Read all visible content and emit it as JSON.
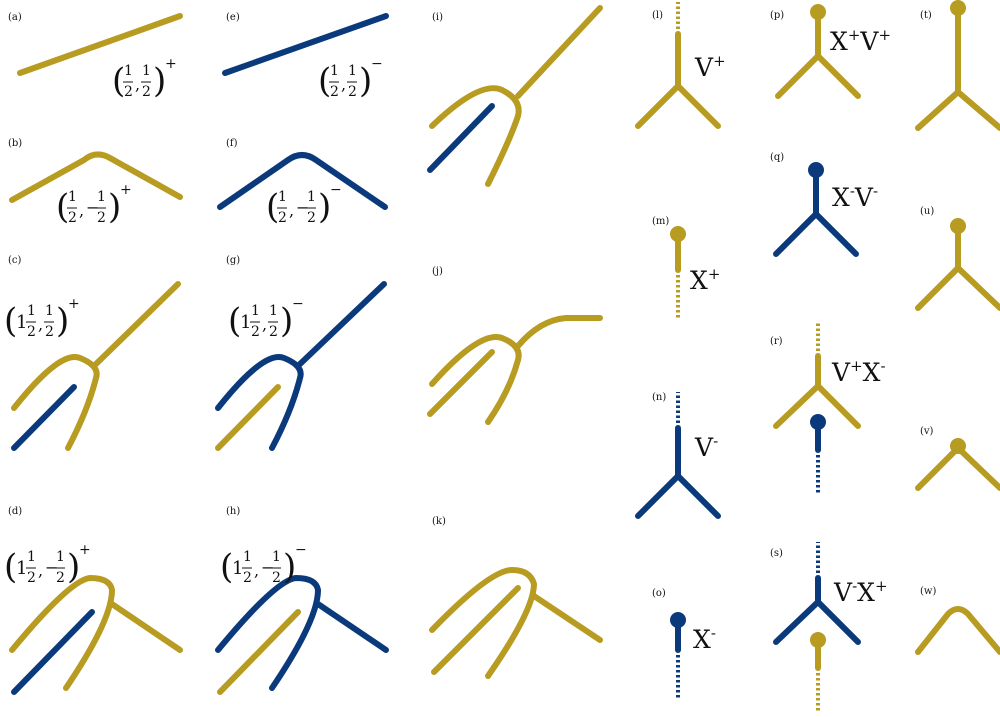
{
  "colors": {
    "gold": "#B89B21",
    "blue": "#0B3A7C",
    "text": "#111111"
  },
  "panels": {
    "a": "(a)",
    "b": "(b)",
    "c": "(c)",
    "d": "(d)",
    "e": "(e)",
    "f": "(f)",
    "g": "(g)",
    "h": "(h)",
    "i": "(i)",
    "j": "(j)",
    "k": "(k)",
    "l": "(l)",
    "m": "(m)",
    "n": "(n)",
    "o": "(o)",
    "p": "(p)",
    "q": "(q)",
    "r": "(r)",
    "s": "(s)",
    "t": "(t)",
    "u": "(u)",
    "v": "(v)",
    "w": "(w)"
  },
  "labels": {
    "l": {
      "base": "V",
      "sup": "+"
    },
    "m": {
      "base": "X",
      "sup": "+"
    },
    "n": {
      "base": "V",
      "sup": "-"
    },
    "o": {
      "base": "X",
      "sup": "-"
    },
    "p": {
      "base1": "X",
      "sup1": "+",
      "base2": "V",
      "sup2": "+"
    },
    "q": {
      "base1": "X",
      "sup1": "-",
      "base2": "V",
      "sup2": "-"
    },
    "r": {
      "base1": "V",
      "sup1": "+",
      "base2": "X",
      "sup2": "-"
    },
    "s": {
      "base1": "V",
      "sup1": "-",
      "base2": "X",
      "sup2": "+"
    }
  },
  "quantum_numbers": {
    "a": {
      "int": "",
      "second_sign": "",
      "sign": "+"
    },
    "b": {
      "int": "",
      "second_sign": "−",
      "sign": "+"
    },
    "c": {
      "int": "1",
      "second_sign": "",
      "sign": "+"
    },
    "d": {
      "int": "1",
      "second_sign": "−",
      "sign": "+"
    },
    "e": {
      "int": "",
      "second_sign": "",
      "sign": "−"
    },
    "f": {
      "int": "",
      "second_sign": "−",
      "sign": "−"
    },
    "g": {
      "int": "1",
      "second_sign": "",
      "sign": "−"
    },
    "h": {
      "int": "1",
      "second_sign": "−",
      "sign": "−"
    },
    "frac_num": "1",
    "frac_den": "2",
    "comma": ",",
    "lparen": "(",
    "rparen": ")"
  }
}
